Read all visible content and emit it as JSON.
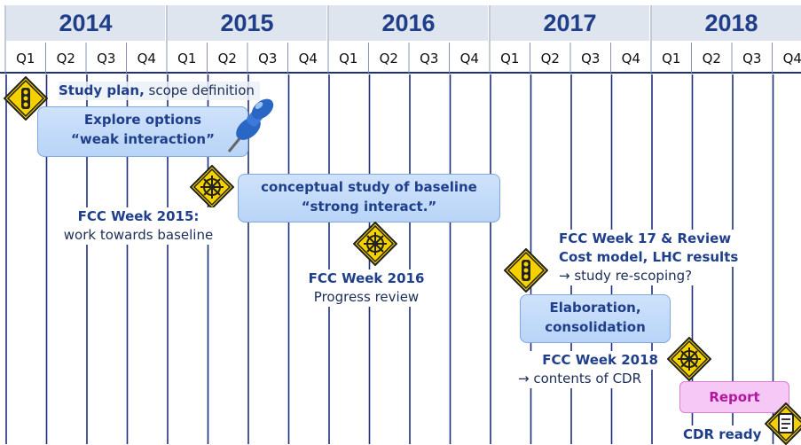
{
  "years": [
    "2014",
    "2015",
    "2016",
    "2017",
    "2018"
  ],
  "quarters": [
    "Q1",
    "Q2",
    "Q3",
    "Q4",
    "Q1",
    "Q2",
    "Q3",
    "Q4",
    "Q1",
    "Q2",
    "Q3",
    "Q4",
    "Q1",
    "Q2",
    "Q3",
    "Q4",
    "Q1",
    "Q2",
    "Q3",
    "Q4"
  ],
  "colors": {
    "year_text": "#1f3f8a",
    "grid": "#1f2f7a",
    "box_fill": "#c4dbf8",
    "report_fill": "#f6c8f5"
  },
  "milestones": {
    "study_plan": {
      "bold": "Study plan,",
      "rest": " scope definition",
      "icon": "traffic-light-icon"
    },
    "explore": {
      "line1": "Explore options",
      "line2": "“weak interaction”",
      "icon": "pushpin-icon"
    },
    "baseline": {
      "line1": "conceptual study of baseline",
      "line2": "“strong interact.”",
      "icon": "ship-wheel-icon"
    },
    "fcc2015": {
      "line1": "FCC Week 2015:",
      "line2": "work towards baseline"
    },
    "fcc2016": {
      "line1": "FCC Week 2016",
      "line2": "Progress review",
      "icon": "ship-wheel-icon"
    },
    "fcc2017": {
      "line1": "FCC Week 17 & Review",
      "line2": "Cost model, LHC results",
      "line3": "→ study re-scoping?",
      "icon": "traffic-light-icon"
    },
    "elaboration": {
      "line1": "Elaboration,",
      "line2": "consolidation"
    },
    "fcc2018": {
      "line1": "FCC Week 2018",
      "line2": "→ contents of CDR",
      "icon": "ship-wheel-icon"
    },
    "report": {
      "label": "Report"
    },
    "cdr": {
      "label": "CDR ready",
      "icon": "document-icon"
    }
  }
}
